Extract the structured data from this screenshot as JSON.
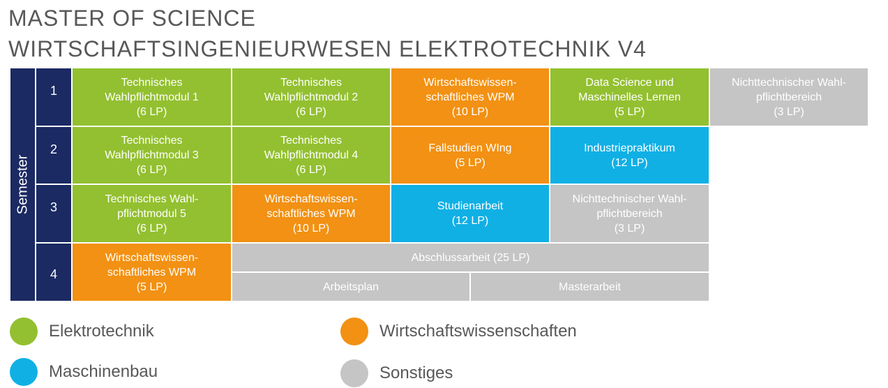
{
  "title": {
    "line1": "MASTER OF SCIENCE",
    "line2": "WIRTSCHAFTSINGENIEURWESEN ELEKTROTECHNIK V4"
  },
  "colors": {
    "navy": "#1b2a63",
    "elektrotechnik": "#93c030",
    "wirtschaft": "#f29113",
    "maschinenbau": "#10b0e5",
    "sonstiges": "#c5c5c5"
  },
  "semester_label": "Semester",
  "semesters": [
    "1",
    "2",
    "3",
    "4"
  ],
  "modules": {
    "s1": [
      "Technisches\nWahlpflichtmodul 1\n(6 LP)",
      "Technisches\nWahlpflichtmodul 2\n(6 LP)",
      "Wirtschaftswissen-\nschaftliches WPM\n(10 LP)",
      "Data Science und\nMaschinelles Lernen\n(5 LP)",
      "Nichttechnischer Wahl-\npflichtbereich\n(3 LP)"
    ],
    "s2": [
      "Technisches\nWahlpflichtmodul 3\n(6 LP)",
      "Technisches\nWahlpflichtmodul 4\n(6 LP)",
      "Fallstudien WIng\n(5 LP)",
      "Industriepraktikum\n(12 LP)"
    ],
    "s3": [
      "Technisches Wahl-\npflichtmodul 5\n(6 LP)",
      "Wirtschaftswissen-\nschaftliches WPM\n(10 LP)",
      "Studienarbeit\n(12 LP)",
      "Nichttechnischer Wahl-\npflichtbereich\n(3 LP)"
    ],
    "s4": [
      "Wirtschaftswissen-\nschaftliches WPM\n(5 LP)",
      "Abschlussarbeit (25 LP)",
      "Arbeitsplan",
      "Masterarbeit"
    ]
  },
  "legend": [
    "Elektrotechnik",
    "Wirtschaftswissenschaften",
    "Maschinenbau",
    "Sonstiges"
  ]
}
